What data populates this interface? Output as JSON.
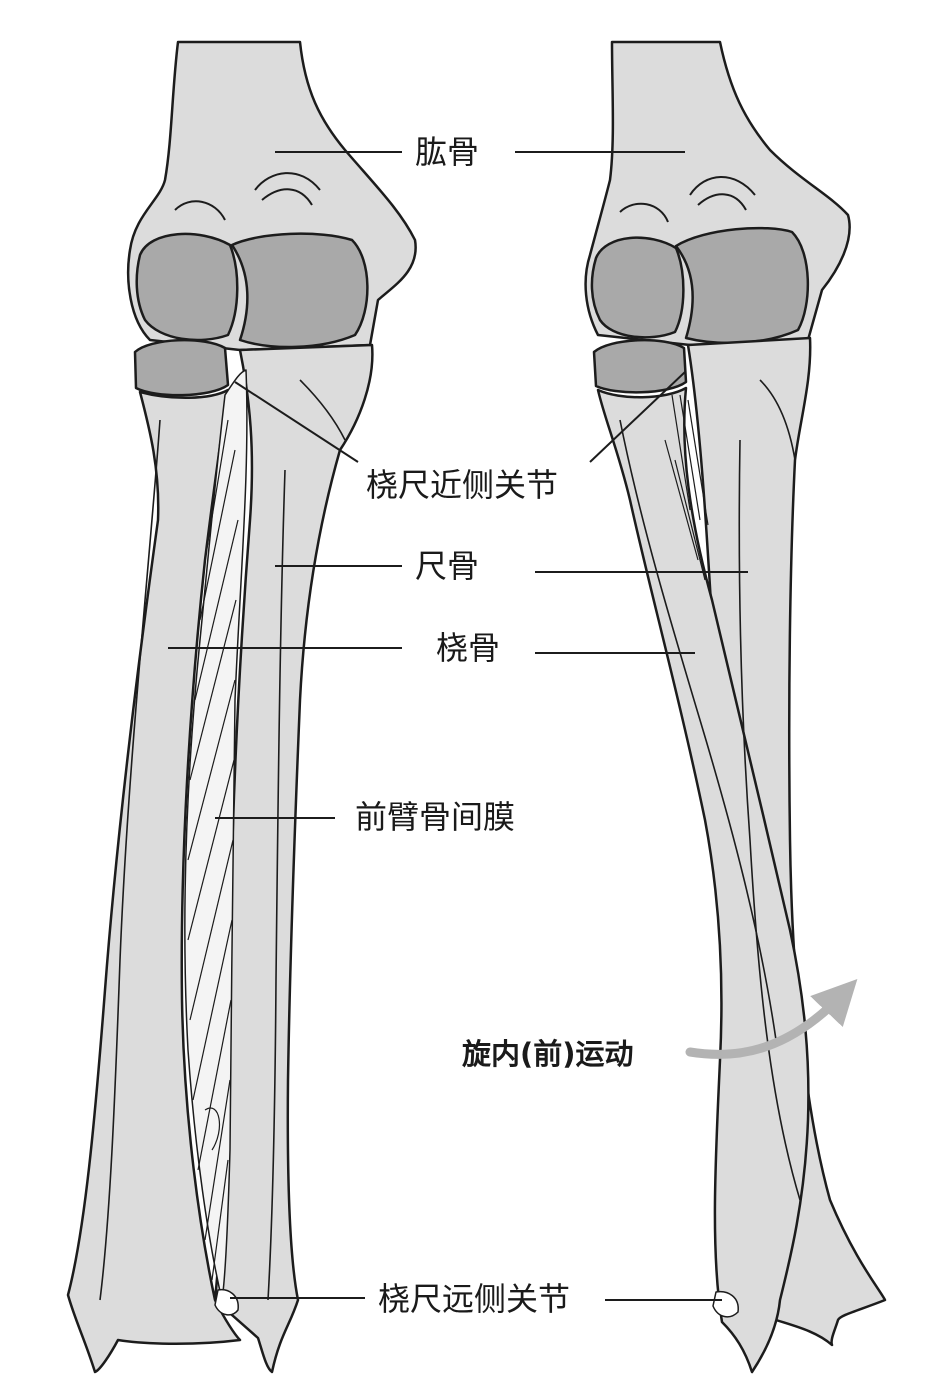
{
  "labels": {
    "humerus": "肱骨",
    "proximal_radioulnar_joint": "桡尺近侧关节",
    "ulna": "尺骨",
    "radius": "桡骨",
    "interosseous_membrane": "前臂骨间膜",
    "pronation": "旋内(前)运动",
    "distal_radioulnar_joint": "桡尺远侧关节"
  },
  "colors": {
    "bone": "#dcdcdc",
    "bone_shadow": "#c7c7c7",
    "cartilage": "#a9a9a9",
    "outline": "#1c1c1c",
    "membrane": "#f4f4f4",
    "arrow": "#b3b3b3"
  }
}
